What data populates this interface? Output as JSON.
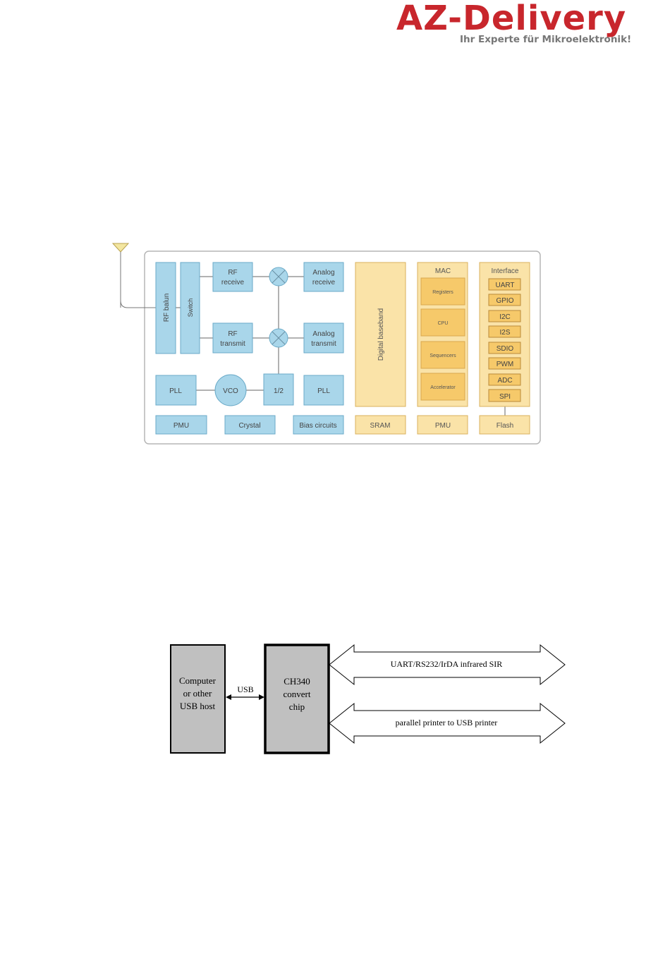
{
  "header": {
    "logo_text": "AZ-Delivery",
    "tagline": "Ihr Experte für Mikroelektronik!"
  },
  "colors": {
    "logo_red": "#c8262c",
    "rf_block": "#a9d6ea",
    "rf_border": "#6aaac8",
    "digital_block": "#fae3a8",
    "digital_inner": "#f6c96a",
    "digital_border": "#d9b25e",
    "ch_block": "#c0c0c0"
  },
  "esp_diagram": {
    "rf_balun": "RF balun",
    "switch": "Switch",
    "rf_receive": [
      "RF",
      "receive"
    ],
    "rf_transmit": [
      "RF",
      "transmit"
    ],
    "analog_receive": [
      "Analog",
      "receive"
    ],
    "analog_transmit": [
      "Analog",
      "transmit"
    ],
    "pll_left": "PLL",
    "vco": "VCO",
    "half": "1/2",
    "pll_right": "PLL",
    "pmu_left": "PMU",
    "crystal": "Crystal",
    "bias": "Bias circuits",
    "digital_baseband": "Digital baseband",
    "sram": "SRAM",
    "mac": {
      "title": "MAC",
      "items": [
        "Registers",
        "CPU",
        "Sequencers",
        "Accelerator"
      ]
    },
    "pmu_right": "PMU",
    "interface": {
      "title": "Interface",
      "items": [
        "UART",
        "GPIO",
        "I2C",
        "I2S",
        "SDIO",
        "PWM",
        "ADC",
        "SPI"
      ]
    },
    "flash": "Flash"
  },
  "ch340_diagram": {
    "host": [
      "Computer",
      "or other",
      "USB host"
    ],
    "usb": "USB",
    "chip": [
      "CH340",
      "convert",
      "chip"
    ],
    "arrow_top": "UART/RS232/IrDA infrared SIR",
    "arrow_bottom": "parallel printer to USB printer"
  }
}
